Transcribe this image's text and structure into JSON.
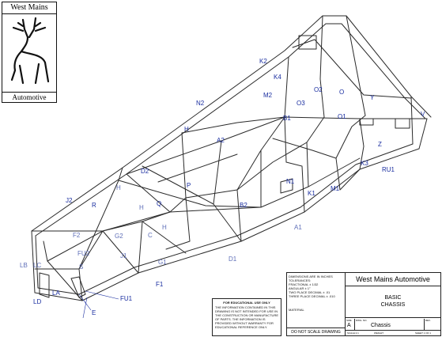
{
  "logo": {
    "top_text": "West Mains",
    "bottom_text": "Automotive"
  },
  "parts": [
    "K2",
    "K4",
    "M2",
    "N2",
    "O3",
    "O2",
    "O",
    "Y",
    "V",
    "B1",
    "O1",
    "H",
    "Z",
    "A2",
    "K3",
    "RU1",
    "D2",
    "N1",
    "K1",
    "M1",
    "H",
    "P",
    "Q",
    "J2",
    "R",
    "B2",
    "H",
    "A1",
    "F2",
    "G2",
    "C",
    "H",
    "FU2",
    "J1",
    "G1",
    "D1",
    "LB",
    "LC",
    "S",
    "F1",
    "LA",
    "FU1",
    "LD",
    "E"
  ],
  "edu_note": {
    "title": "FOR EDUCATIONAL USE ONLY",
    "body": "THE INFORMATION CONTAINED IN THIS DRAWING IS NOT INTENDED FOR USE IN THE CONSTRUCTION OR MANUFACTURE OF PARTS. THE INFORMATION IS PROVIDED WITHOUT WARRANTY FOR EDUCATIONAL REFERENCE ONLY."
  },
  "title_block": {
    "company": "West Mains Automotive",
    "title_line1": "BASIC",
    "title_line2": "CHASSIS",
    "tolerances": [
      "DIMENSIONS ARE IN INCHES",
      "TOLERANCES:",
      "FRACTIONAL ± 1/32",
      "ANGULAR ± 1°",
      "TWO PLACE DECIMAL  ± .01",
      "THREE PLACE DECIMAL ± .010"
    ],
    "material_label": "MATERIAL",
    "do_not_scale": "DO NOT SCALE DRAWING",
    "size_label": "SIZE",
    "size_value": "A",
    "dwg_label": "DWG. NO.",
    "dwg_value": "Chassis",
    "rev_label": "REV.",
    "scale_label": "SCALE:1:1",
    "weight_label": "WEIGHT:",
    "sheet_label": "SHEET 1 OF 1"
  }
}
